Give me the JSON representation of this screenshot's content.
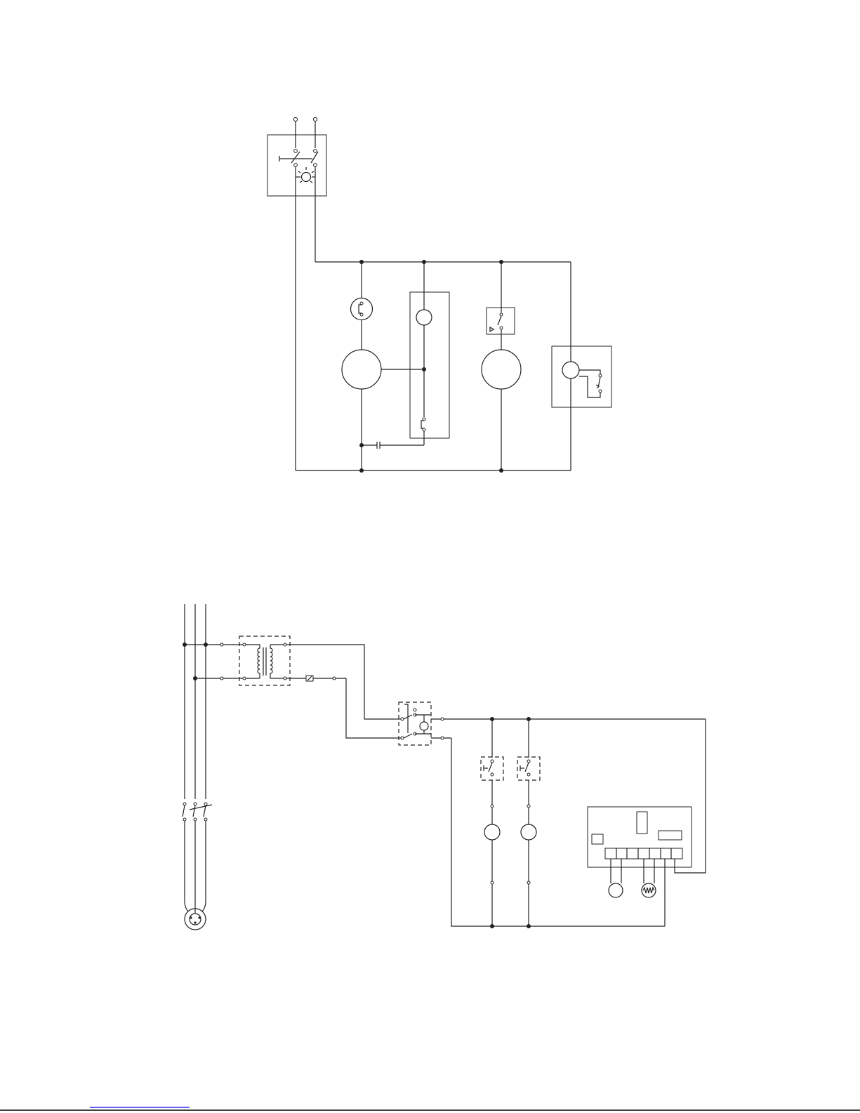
{
  "colors": {
    "background": "#ffffff",
    "ink": "#231f20",
    "footer_rule": "#000000",
    "footer_link": "#0000ee"
  },
  "diagrams": [
    {
      "symbols": [
        "power-switch",
        "pilot-lamp",
        "thermal-protector",
        "compressor-motor",
        "start-relay",
        "relay-coil",
        "relay-contact",
        "run-capacitor",
        "pressure-switch",
        "fan-motor",
        "timer",
        "timer-contact"
      ]
    },
    {
      "symbols": [
        "supply-lines",
        "control-transformer",
        "fuse",
        "selector-switch",
        "pilot-light",
        "float-switch",
        "contactor-coil",
        "controller-board",
        "motor",
        "heater",
        "main-contactor",
        "three-phase-motor"
      ]
    }
  ]
}
